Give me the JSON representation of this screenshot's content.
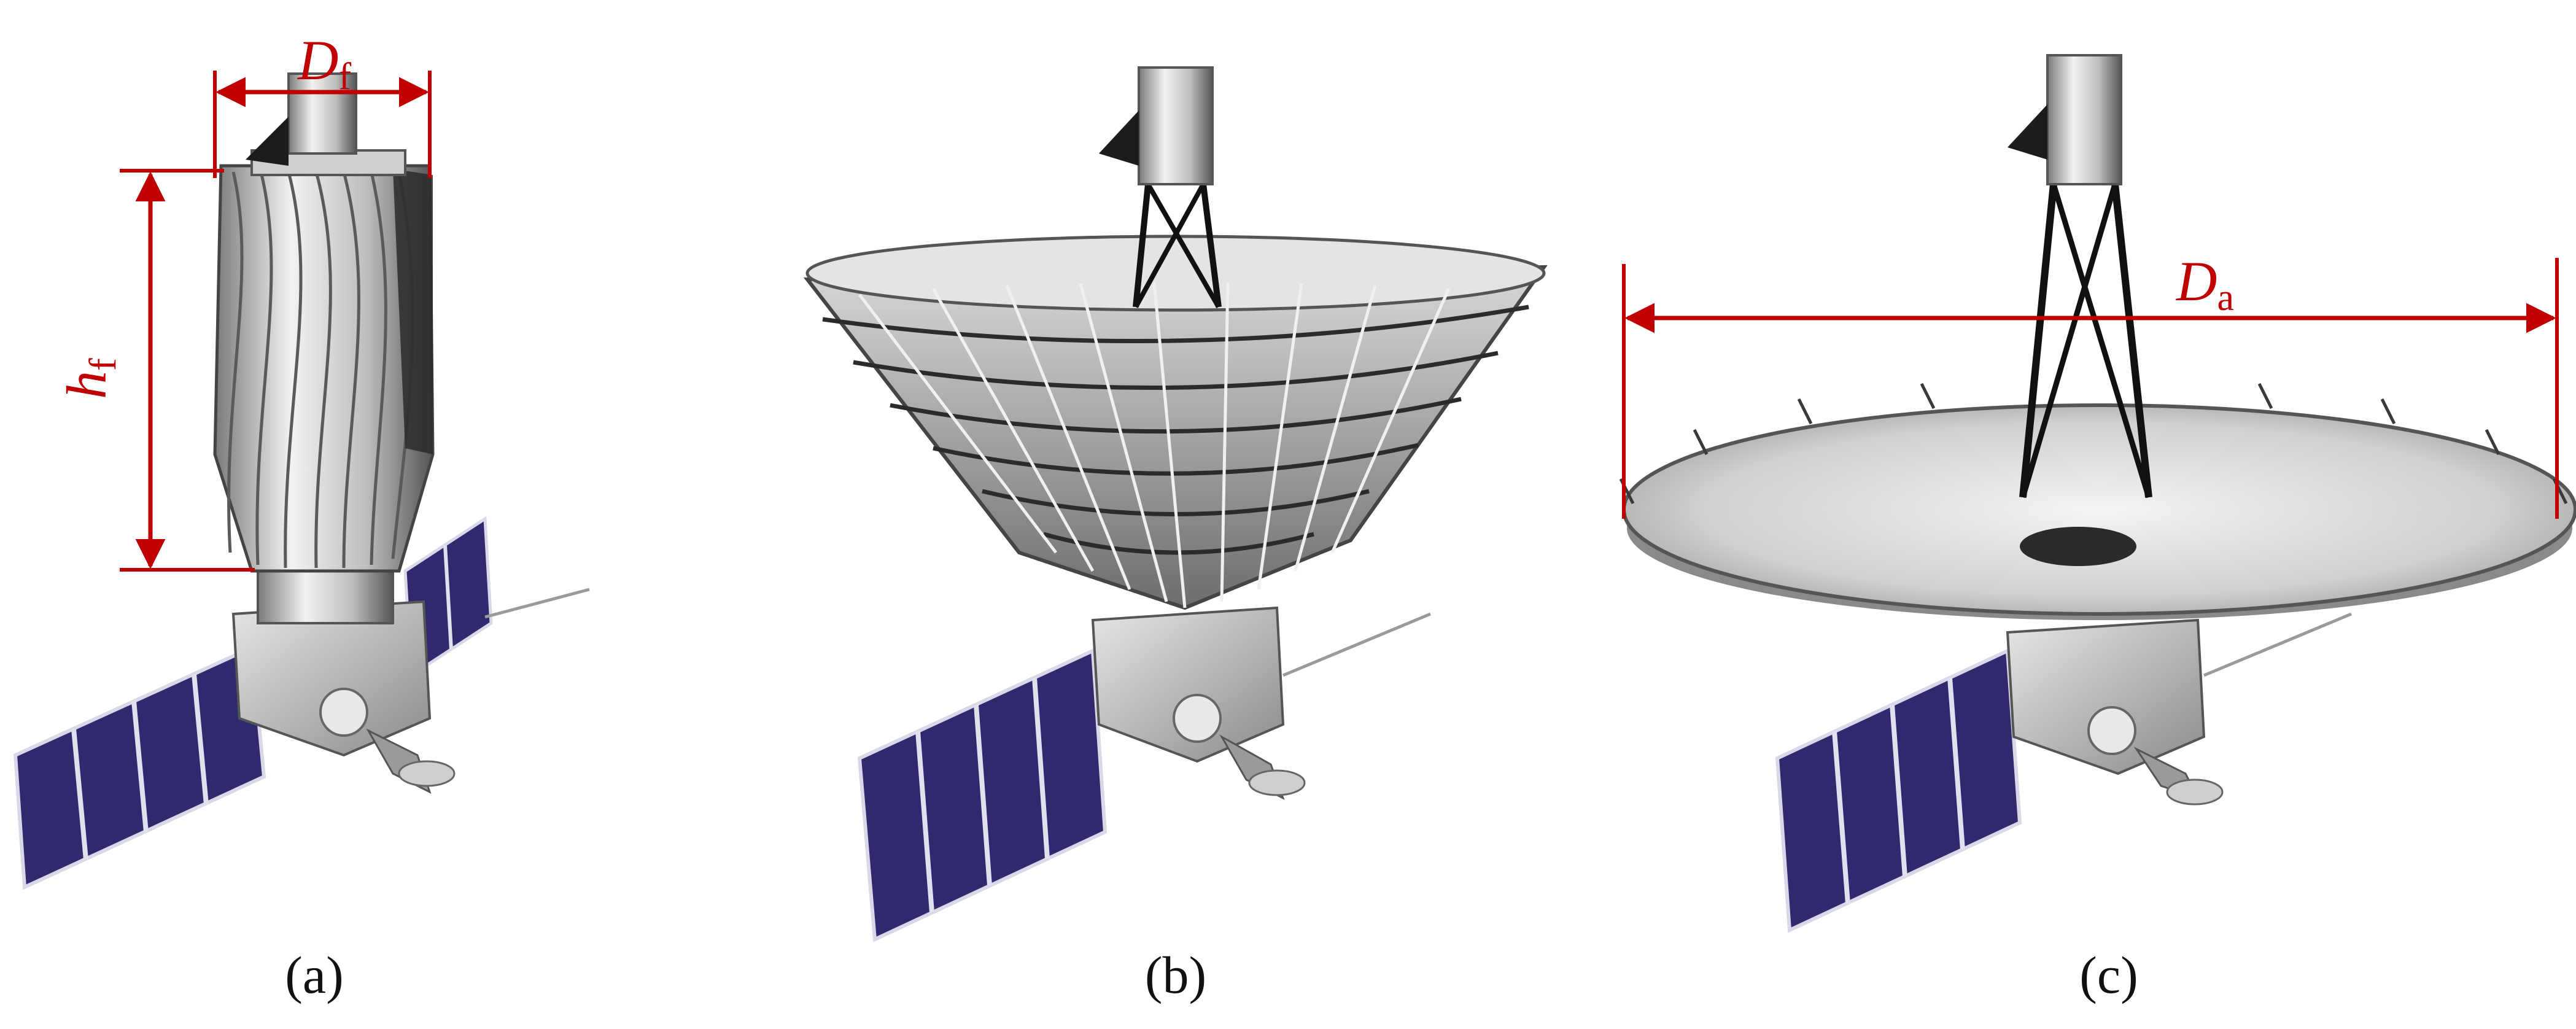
{
  "figure": {
    "panels": [
      {
        "id": "a",
        "caption": "(a)",
        "state": "folded"
      },
      {
        "id": "b",
        "caption": "(b)",
        "state": "deploying"
      },
      {
        "id": "c",
        "caption": "(c)",
        "state": "deployed"
      }
    ],
    "dimensions": {
      "folded_diameter": {
        "symbol": "D",
        "subscript": "f"
      },
      "folded_height": {
        "symbol": "h",
        "subscript": "f"
      },
      "aperture_diameter": {
        "symbol": "D",
        "subscript": "a"
      }
    },
    "colors": {
      "dimension": "#c00000",
      "solar_panel": "#2f2a6e",
      "structure": "#b8b8b8"
    }
  }
}
